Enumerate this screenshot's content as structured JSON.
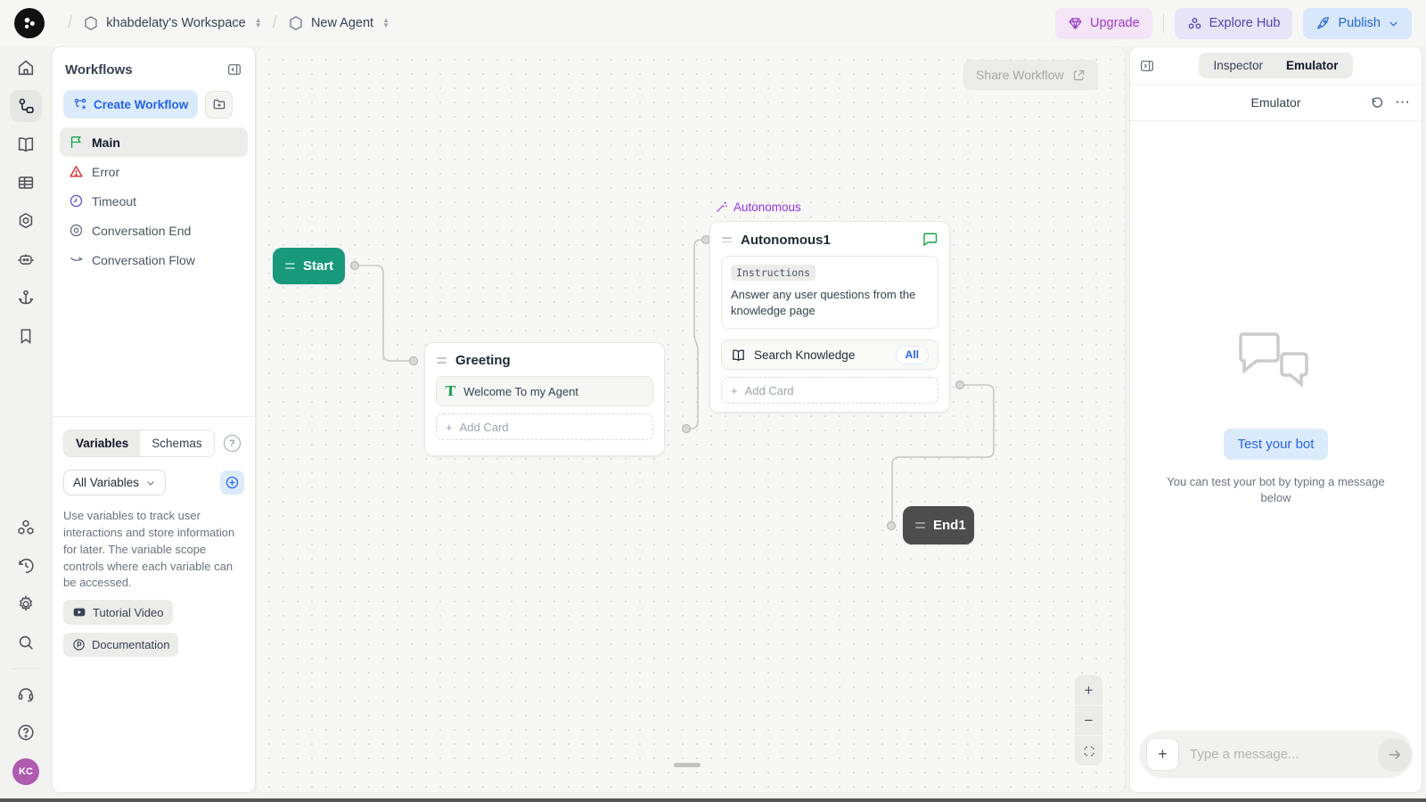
{
  "topbar": {
    "workspace": "khabdelaty's Workspace",
    "agent": "New Agent",
    "upgrade_label": "Upgrade",
    "explore_hub_label": "Explore Hub",
    "publish_label": "Publish"
  },
  "rail": {
    "avatar_initials": "KC"
  },
  "workflows": {
    "title": "Workflows",
    "create_label": "Create Workflow",
    "items": [
      {
        "label": "Main"
      },
      {
        "label": "Error"
      },
      {
        "label": "Timeout"
      },
      {
        "label": "Conversation End"
      },
      {
        "label": "Conversation Flow"
      }
    ]
  },
  "variables": {
    "tab_variables": "Variables",
    "tab_schemas": "Schemas",
    "filter_label": "All Variables",
    "description": "Use variables to track user interactions and store information for later. The variable scope controls where each variable can be accessed.",
    "tutorial_label": "Tutorial Video",
    "documentation_label": "Documentation"
  },
  "canvas": {
    "share_label": "Share Workflow",
    "start": {
      "title": "Start"
    },
    "greeting": {
      "title": "Greeting",
      "card_text": "Welcome To my Agent",
      "add_card": "Add Card"
    },
    "autonomous": {
      "badge": "Autonomous",
      "title": "Autonomous1",
      "instructions_label": "Instructions",
      "instructions_text": "Answer any user questions from the knowledge page",
      "search_label": "Search Knowledge",
      "search_badge": "All",
      "add_card": "Add Card"
    },
    "end": {
      "title": "End1"
    },
    "zoom_in": "+",
    "zoom_out": "−"
  },
  "emulator": {
    "tab_inspector": "Inspector",
    "tab_emulator": "Emulator",
    "header": "Emulator",
    "test_button": "Test your bot",
    "caption": "You can test your bot by typing a message below",
    "input_placeholder": "Type a message..."
  },
  "colors": {
    "accent_blue": "#2563eb",
    "autonomous_purple": "#9333ea",
    "start_node_green": "#18997b",
    "end_node_gray": "#4d4d4d",
    "upgrade_purple": "#9d3dc8",
    "explore_hub_indigo": "#5046b5",
    "publish_blue": "#2167d8",
    "main_flag_green": "#16a34a",
    "error_red": "#dc2626",
    "timeout_indigo": "#5b5bd6",
    "avatar_magenta": "#b05ab0"
  }
}
